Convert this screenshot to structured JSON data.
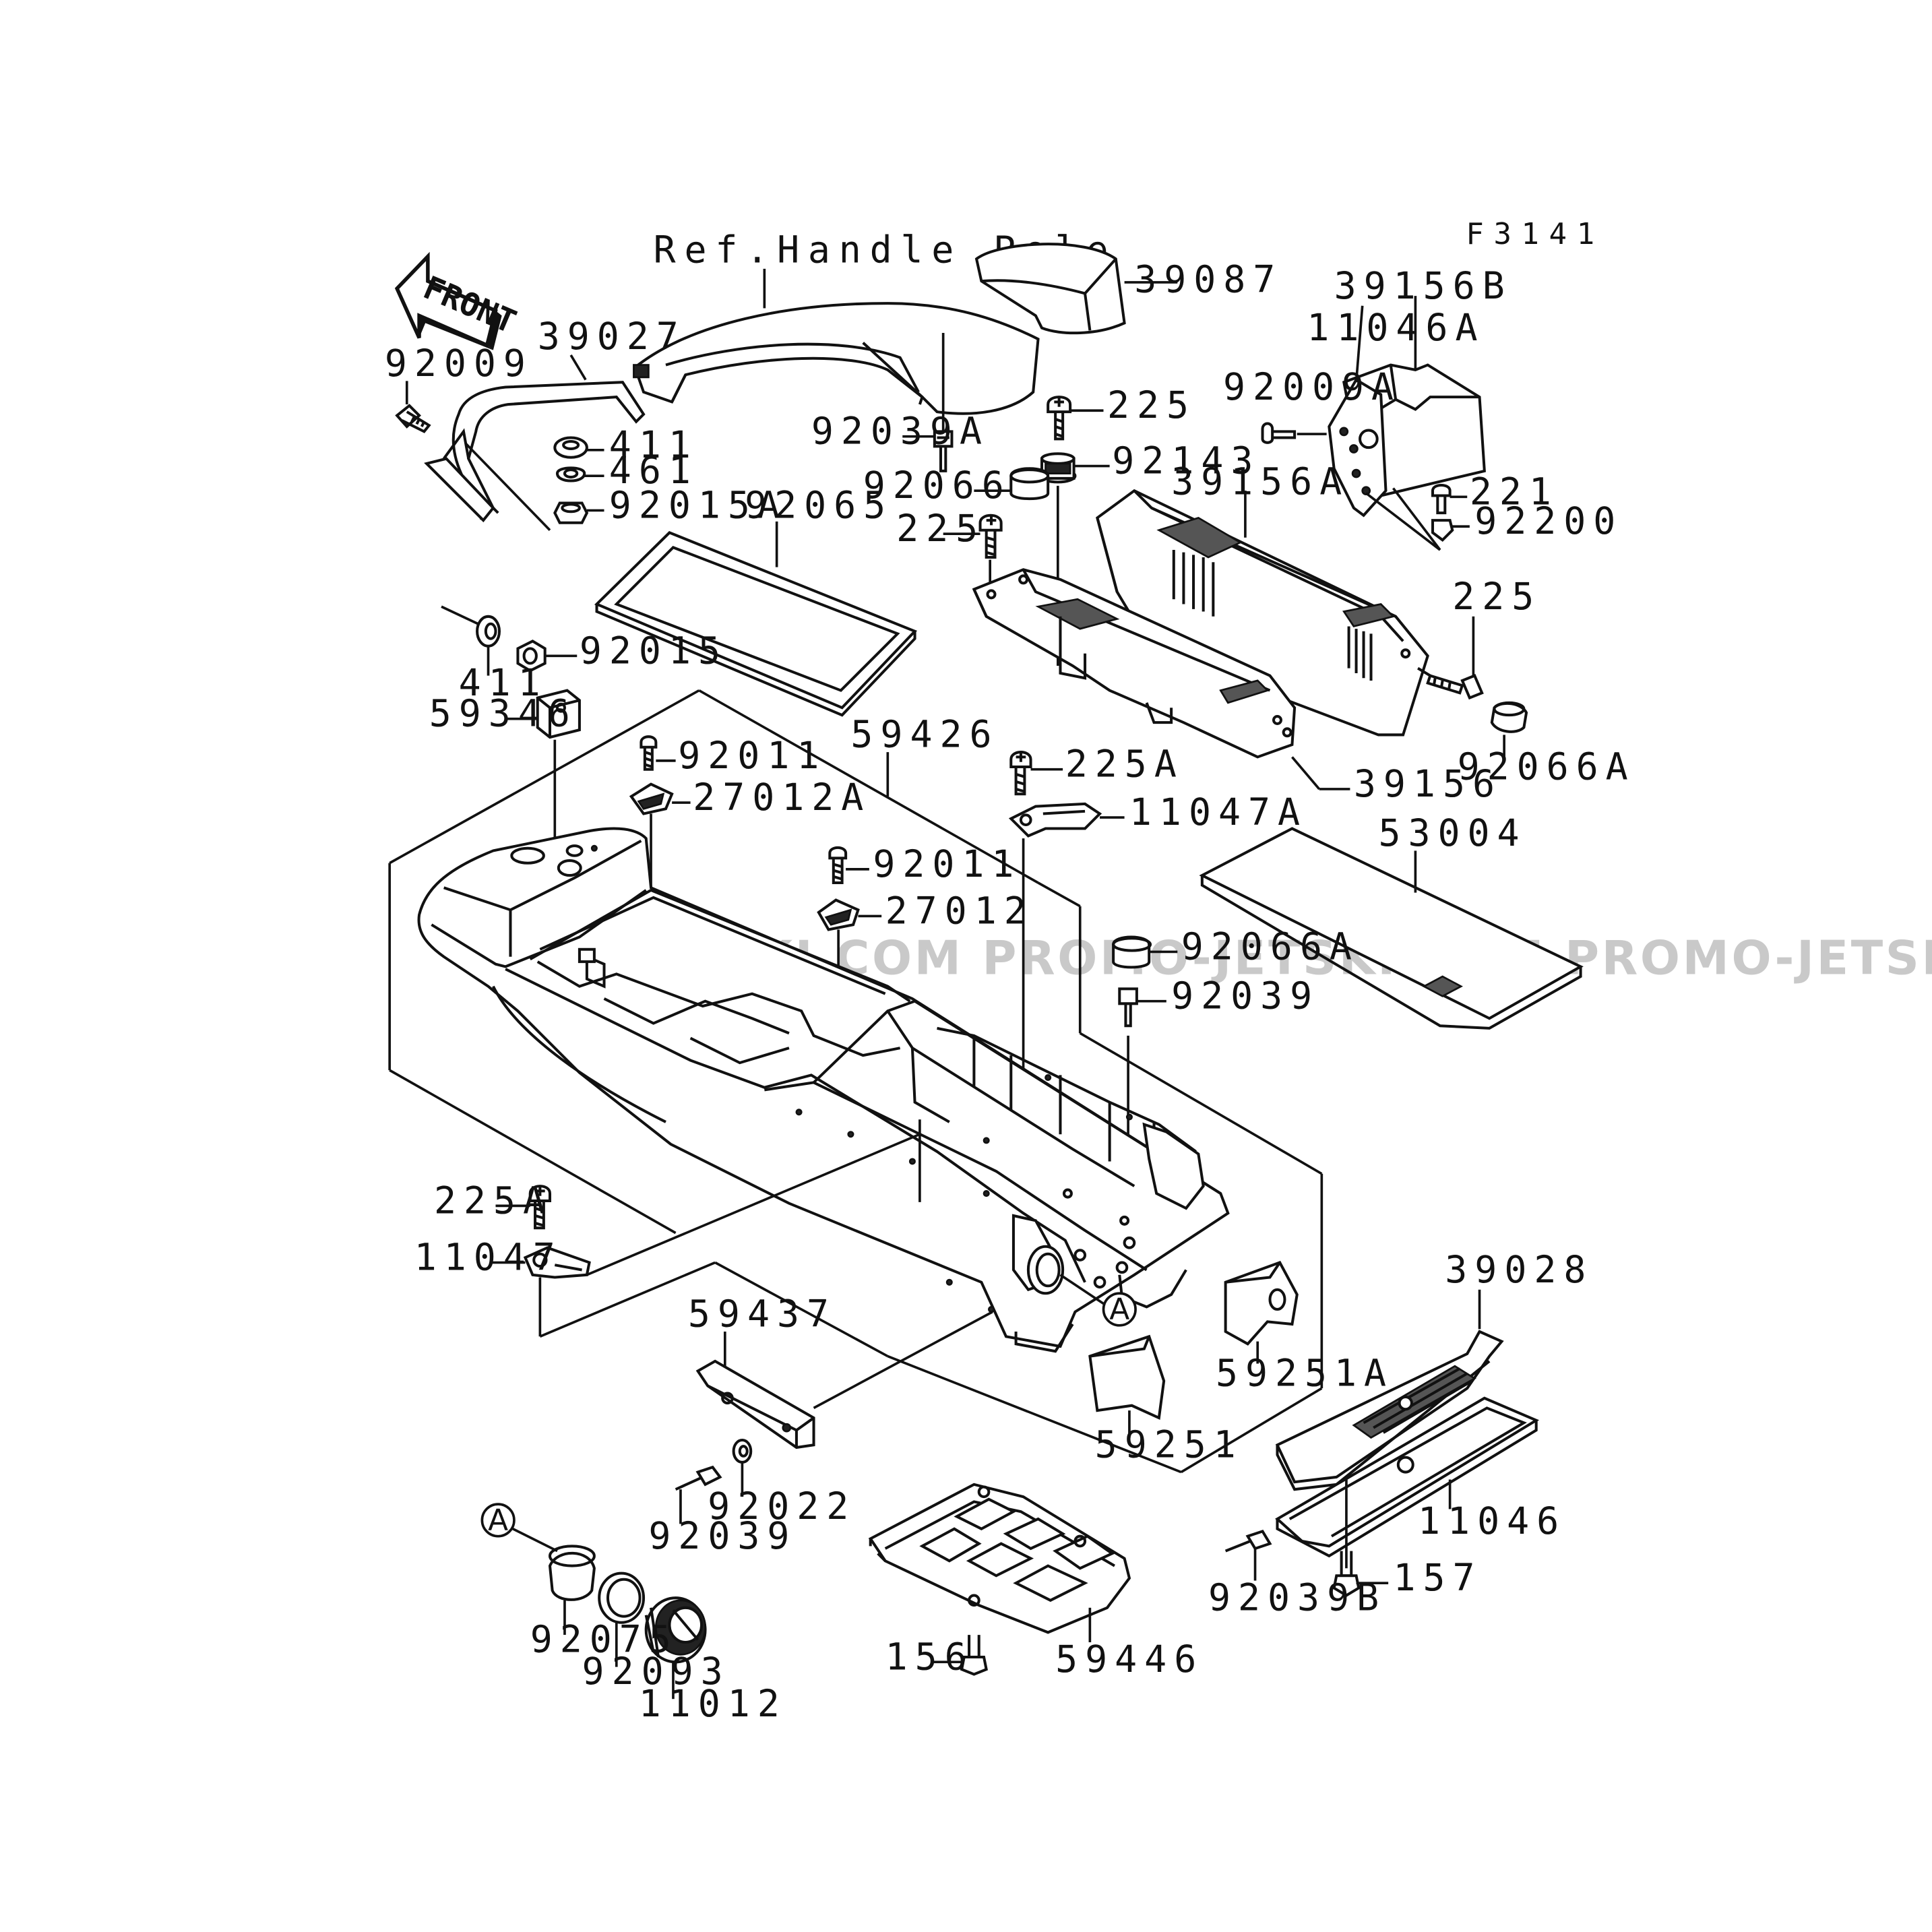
{
  "figure_code": "F3141",
  "front_label": "FRONT",
  "reference_label": "Ref.Handle Pole",
  "watermark": "JETSKI.COM   PROMO-JETSKI.COM   PROMO-JETSKI.COM",
  "callout_marker": "A",
  "parts": {
    "p39087": "39087",
    "p39156B": "39156B",
    "p11046A": "11046A",
    "p92009A": "92009A",
    "p221": "221",
    "p92200": "92200",
    "p39156A": "39156A",
    "p225_right": "225",
    "p92066A_right": "92066A",
    "p39156": "39156",
    "p53004": "53004",
    "p39027": "39027",
    "p92009": "92009",
    "p411_top": "411",
    "p461": "461",
    "p92015A": "92015A",
    "p92065": "92065",
    "p411_low": "411",
    "p92015": "92015",
    "p59346": "59346",
    "p225_top": "225",
    "p92143": "92143",
    "p92039A": "92039A",
    "p92066": "92066",
    "p225_mid": "225",
    "p59426": "59426",
    "p92011_a": "92011",
    "p27012A": "27012A",
    "p225A_top": "225A",
    "p11047A": "11047A",
    "p92011_b": "92011",
    "p27012": "27012",
    "p92066A_mid": "92066A",
    "p92039_mid": "92039",
    "p225A_low": "225A",
    "p11047": "11047",
    "p59437": "59437",
    "p92039_low": "92039",
    "p92022": "92022",
    "p59251": "59251",
    "p59251A": "59251A",
    "p39028": "39028",
    "p11046": "11046",
    "p92039B": "92039B",
    "p157": "157",
    "p92075": "92075",
    "p92093": "92093",
    "p11012": "11012",
    "p156": "156",
    "p59446": "59446"
  }
}
